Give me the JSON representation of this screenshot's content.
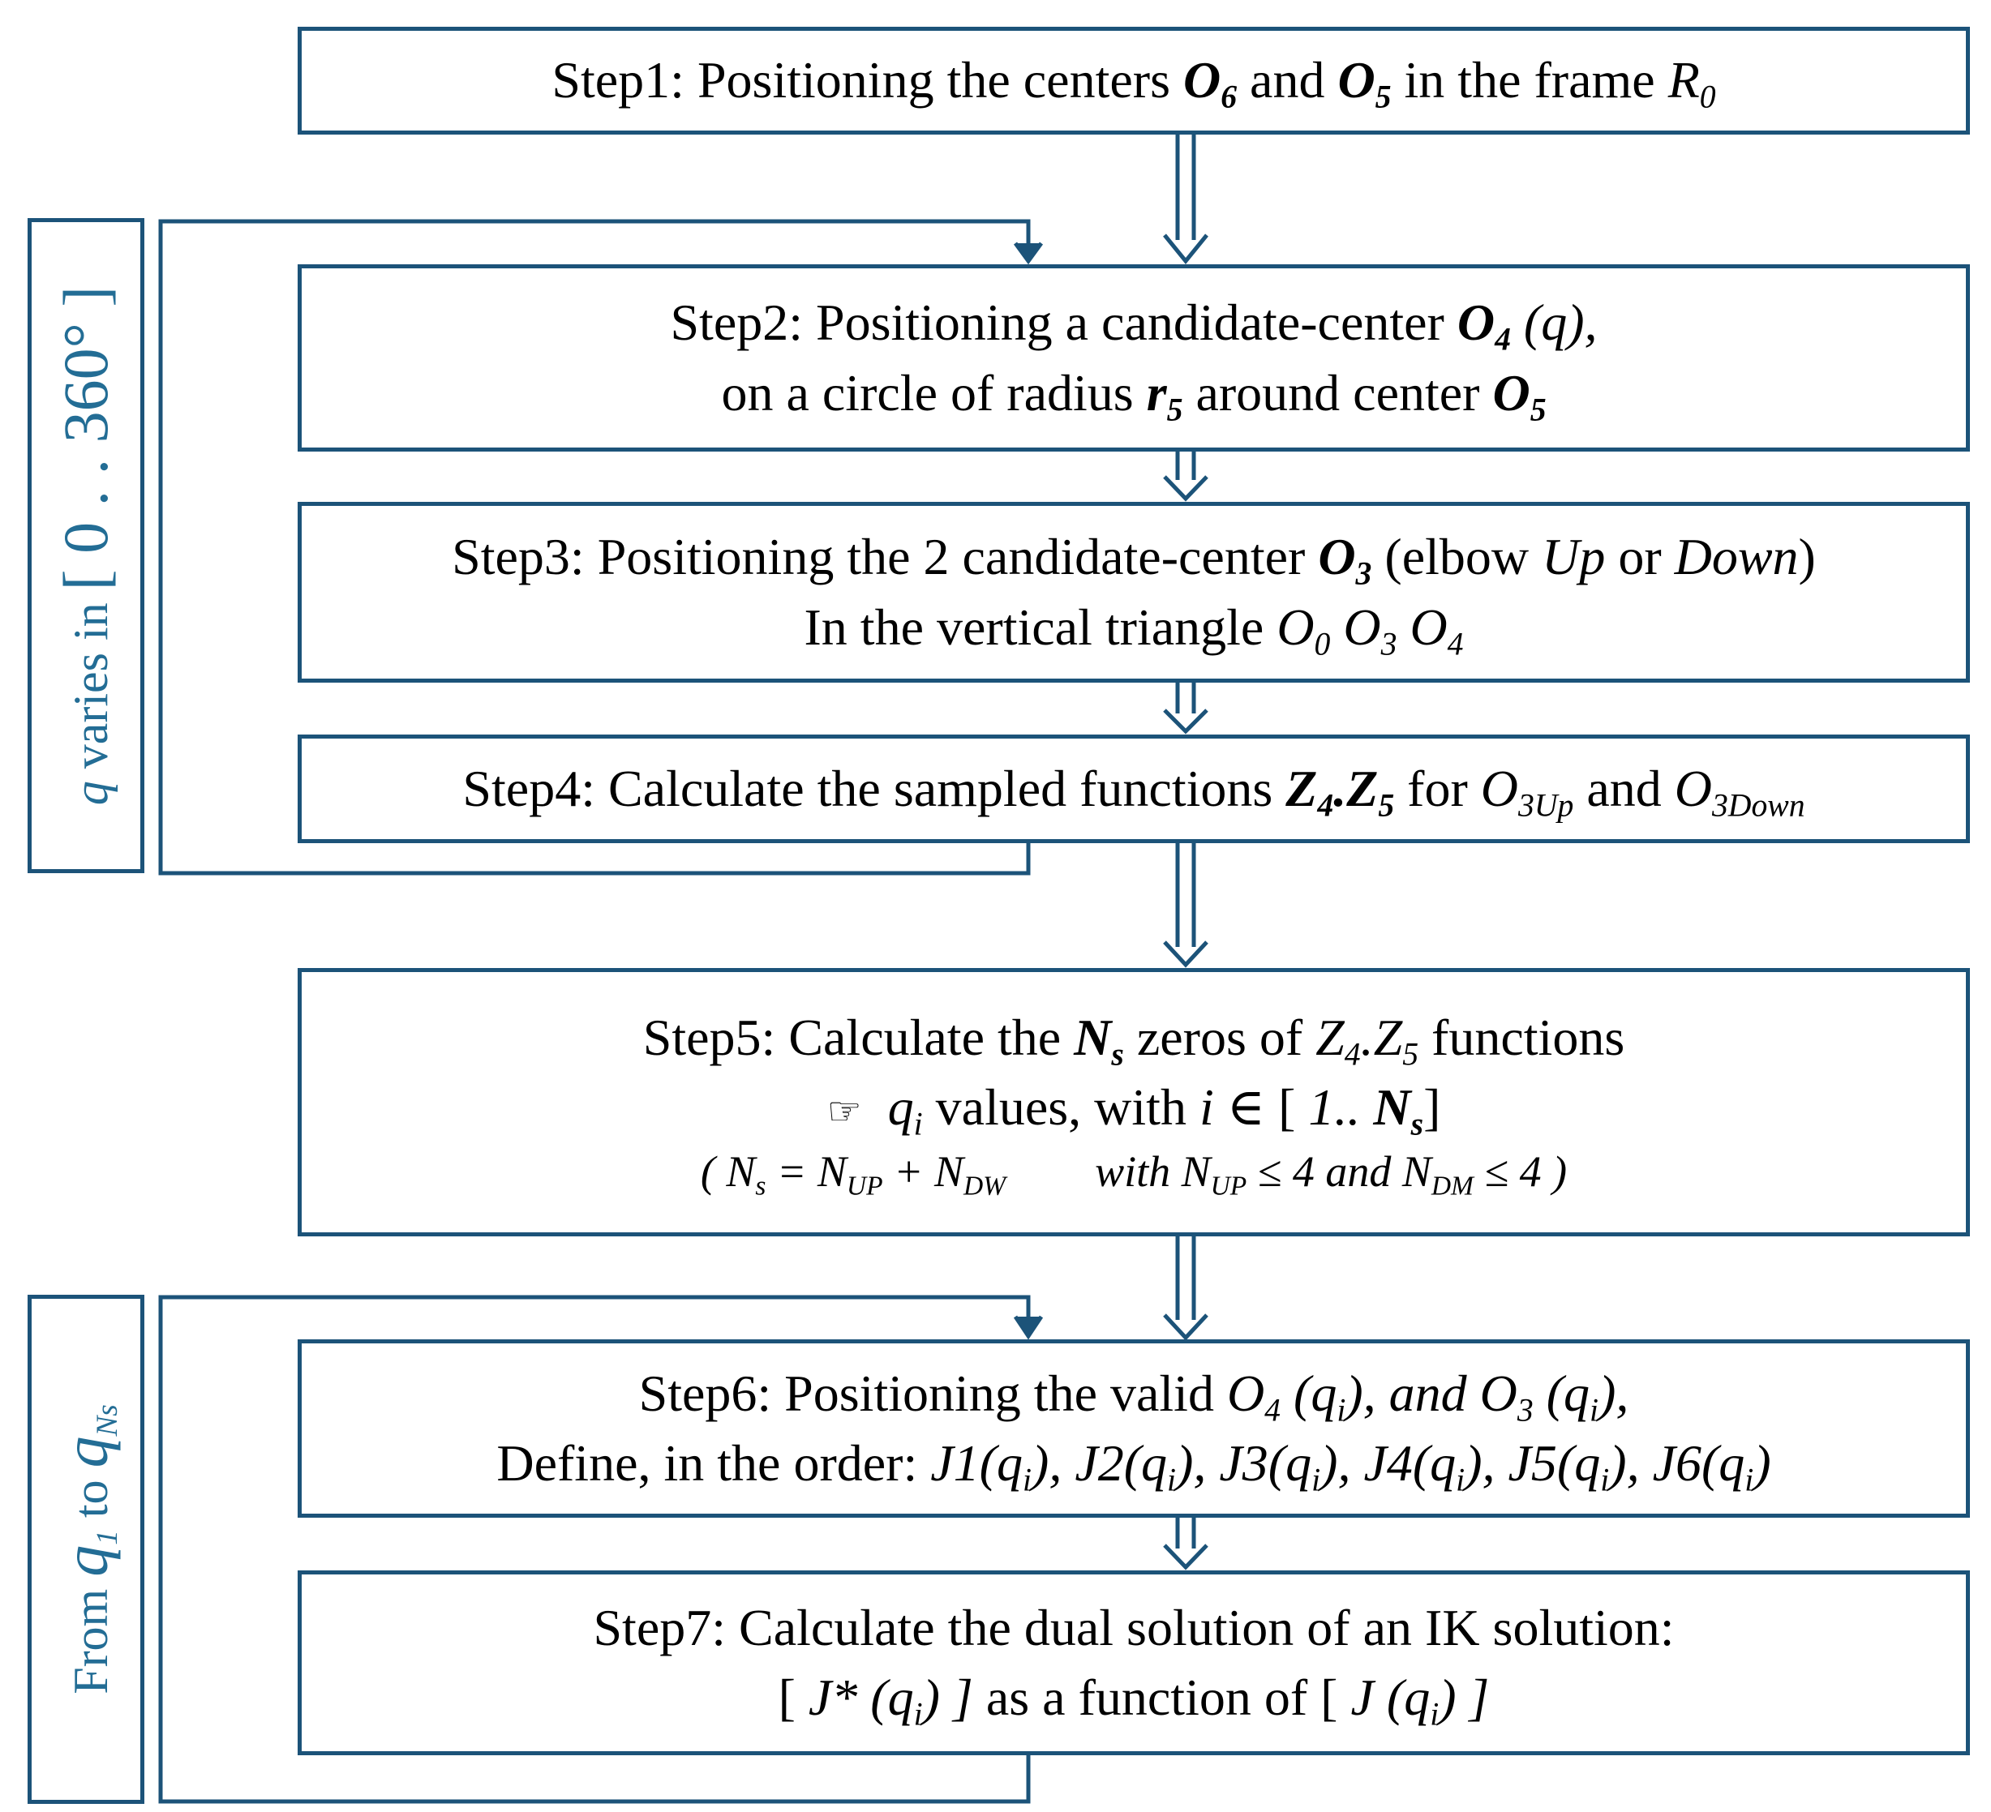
{
  "steps": {
    "s1": {
      "a": "Step1: Positioning the centers ",
      "o6": "O",
      "o6s": "6",
      "and": " and ",
      "o5": "O",
      "o5s": "5",
      "rest": " in the frame ",
      "r": "R",
      "rs": "0"
    },
    "s2": {
      "a": "Step2: Positioning a candidate-center ",
      "o4": "O",
      "o4s": "4",
      "q": " (q),",
      "b": "on a circle of radius ",
      "r": "r",
      "rs": "5",
      "c": " around center ",
      "o5": "O",
      "o5s": "5"
    },
    "s3": {
      "a": "Step3: Positioning the 2 candidate-center ",
      "o3": "O",
      "o3s": "3",
      "b": " (elbow ",
      "up": "Up",
      "or": " or ",
      "down": "Down",
      "close": ")",
      "l2": "In the vertical triangle ",
      "o0": "O",
      "o0s": "0",
      "o3b": " O",
      "o3bs": "3",
      "o4": " O",
      "o4s": "4"
    },
    "s4": {
      "a": "Step4: Calculate the sampled functions ",
      "z4": "Z",
      "z4s": "4",
      "dot": ".",
      "z5": "Z",
      "z5s": "5",
      "for": " for ",
      "o3up": "O",
      "o3ups": "3Up",
      "and": " and ",
      "o3dn": "O",
      "o3dns": "3Down"
    },
    "s5": {
      "a": "Step5: Calculate the ",
      "ns": "N",
      "nss": "s",
      "b": " zeros of ",
      "z4": "Z",
      "z4s": "4",
      "dot": ".",
      "z5": "Z",
      "z5s": "5",
      "c": " functions",
      "pointer": "☞",
      "q": "q",
      "qs": "i",
      "d": " values, with ",
      "i": "i",
      "e": " ∈ [ ",
      "one": "1.. ",
      "n": "N",
      "ns2": "s",
      "f": "]",
      "l3a": "( N",
      "l3as": "s",
      "l3b": " = N",
      "l3bs": "UP",
      "l3c": " + N",
      "l3cs": "DW",
      "l3d": "with N",
      "l3ds": "UP",
      "l3e": " ≤ 4 and N",
      "l3es": "DM",
      "l3f": " ≤ 4 )"
    },
    "s6": {
      "a": "Step6: Positioning the valid ",
      "o4": "O",
      "o4s": "4",
      "q1": " (q",
      "q1s": "i",
      "q1c": "), and O",
      "o3s": "3",
      "q2": " (q",
      "q2s": "i",
      "q2c": "),",
      "b": "Define, in the order: ",
      "j": [
        {
          "t": "J1(q",
          "s": "i",
          "c": "), "
        },
        {
          "t": "J2(q",
          "s": "i",
          "c": "), "
        },
        {
          "t": "J3(q",
          "s": "i",
          "c": "), "
        },
        {
          "t": "J4(q",
          "s": "i",
          "c": "), "
        },
        {
          "t": "J5(q",
          "s": "i",
          "c": "), "
        },
        {
          "t": "J6(q",
          "s": "i",
          "c": ")"
        }
      ]
    },
    "s7": {
      "a": "Step7: Calculate the dual solution of an IK solution:",
      "b1": "[ ",
      "js": "J* (q",
      "jss": "i",
      "b2": ") ]",
      "b3": " as a function of ",
      "b4": "[ ",
      "j": "J (q",
      "jsub": "i",
      "b5": ") ]"
    }
  },
  "loop1": {
    "q": "q",
    "rest": " varies in ",
    "range": "[ 0 . . 360° ]"
  },
  "loop2": {
    "from": "From ",
    "q1": "q",
    "q1s": "1",
    "to": " to ",
    "qn": "q",
    "qns": "Ns"
  },
  "colors": {
    "border": "#1c5379",
    "label": "#236d95"
  }
}
